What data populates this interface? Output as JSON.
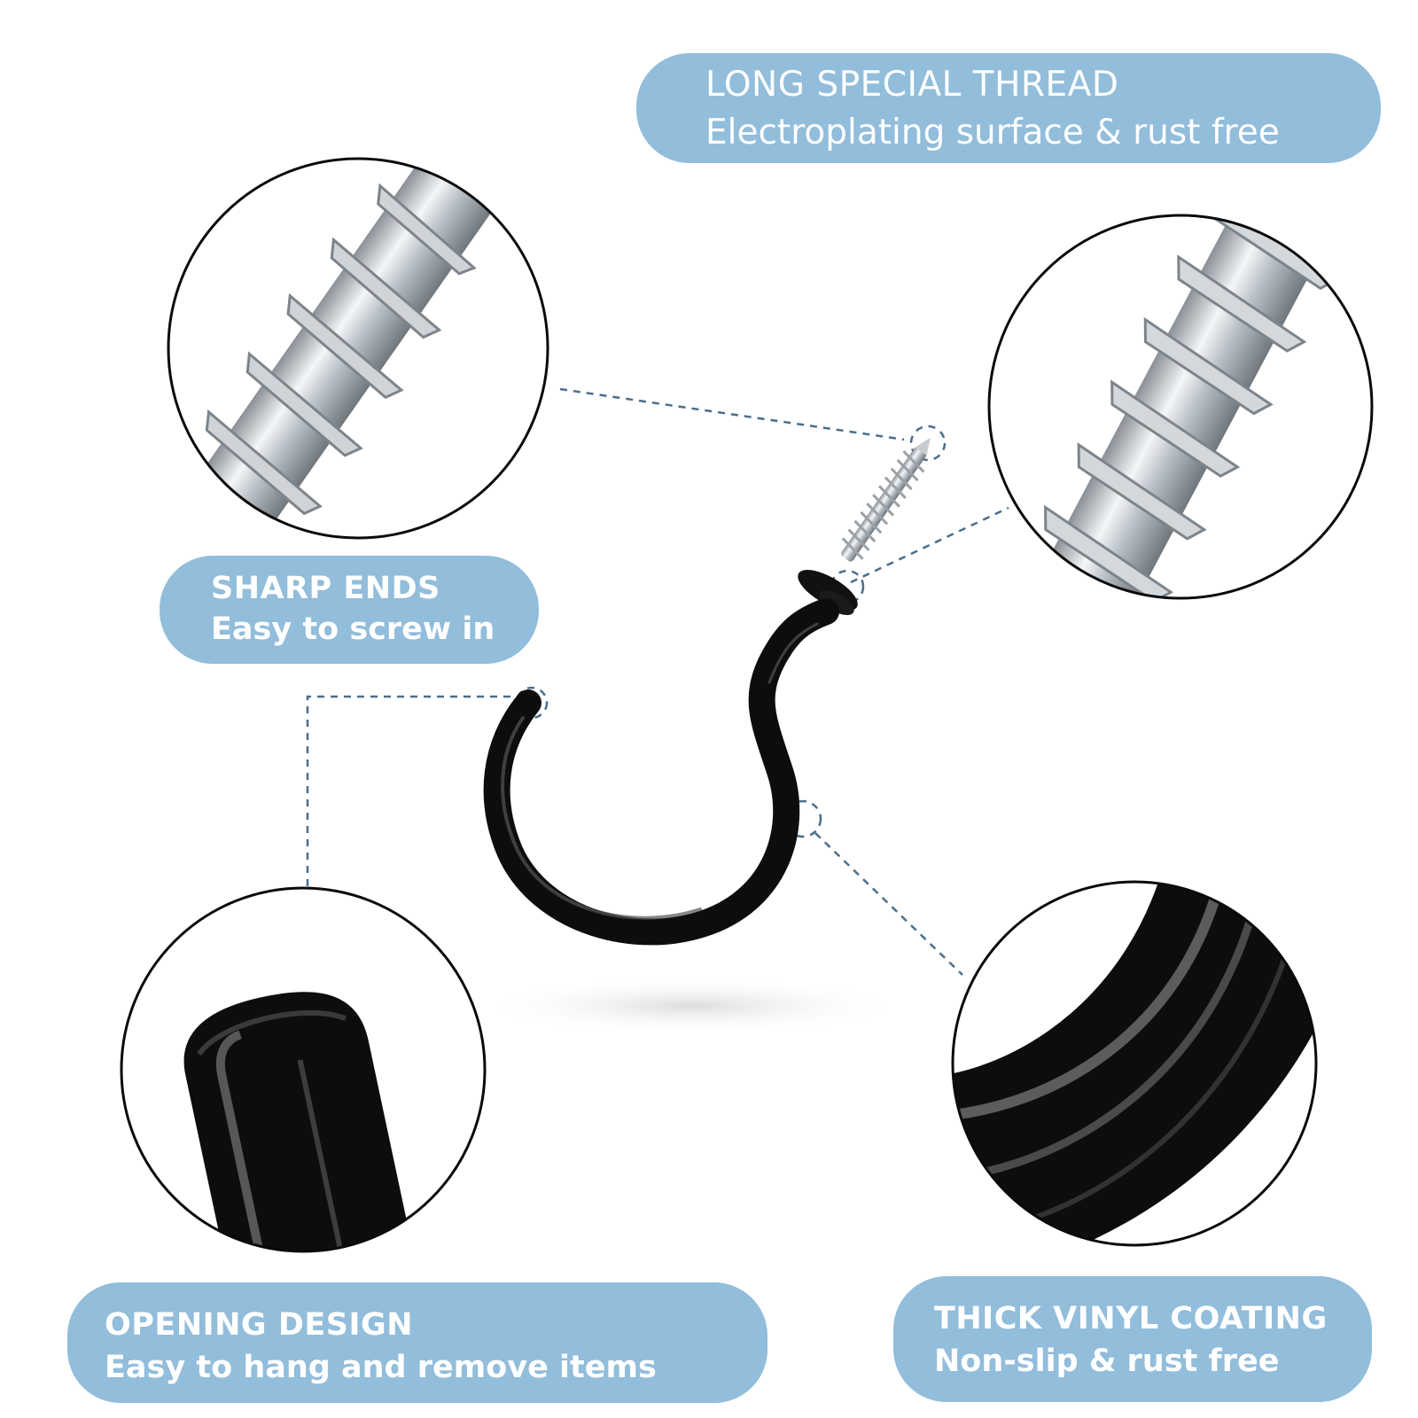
{
  "callouts": {
    "thread": {
      "title": "LONG SPECIAL THREAD",
      "subtitle": "Electroplating surface & rust free"
    },
    "sharp": {
      "title": "SHARP ENDS",
      "subtitle": "Easy to screw in"
    },
    "opening": {
      "title": "OPENING DESIGN",
      "subtitle": "Easy to hang and remove items"
    },
    "vinyl": {
      "title": "THICK VINYL COATING",
      "subtitle": "Non-slip & rust free"
    }
  },
  "colors": {
    "pill": "#92bddb",
    "leader_line": "#4a6e8c",
    "hook": "#0d0d0d",
    "screw": "#c8cdd2"
  }
}
